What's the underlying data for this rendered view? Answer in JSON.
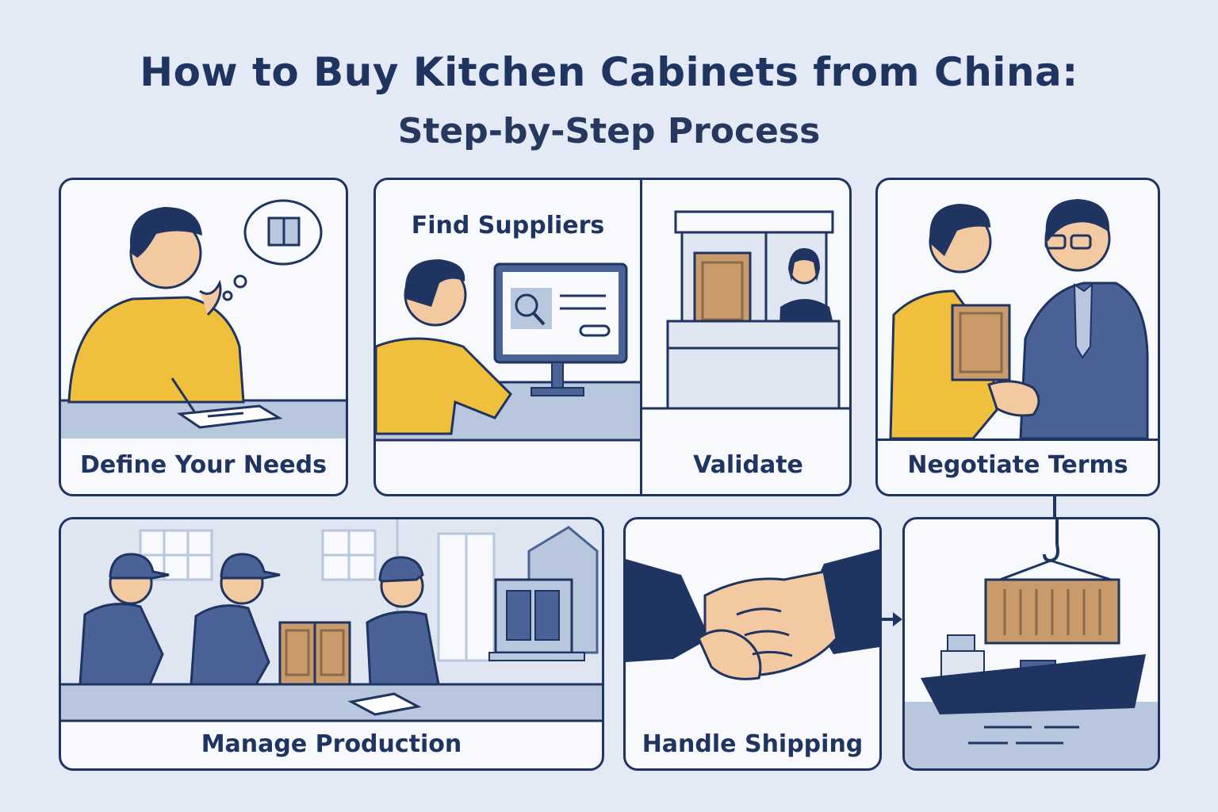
{
  "title": {
    "line1": "How to Buy Kitchen Cabinets from China:",
    "line2": "Step-by-Step Process"
  },
  "steps": {
    "define": "Define Your Needs",
    "find": "Find Suppliers",
    "validate": "Validate",
    "negotiate": "Negotiate Terms",
    "production": "Manage Production",
    "shipping": "Handle Shipping"
  },
  "colors": {
    "navy": "#1f3460",
    "yellow": "#f0c03c",
    "wood": "#c89a6c",
    "panel_bg": "#f7f9fd",
    "page_bg": "#e4eaf5",
    "blue_mid": "#4a6296",
    "blue_light": "#b8c6de"
  },
  "icons": [
    "thought-bubble-icon",
    "magnifier-icon",
    "handshake-icon",
    "crane-hook-icon",
    "cargo-ship-icon",
    "arrow-right-icon"
  ]
}
